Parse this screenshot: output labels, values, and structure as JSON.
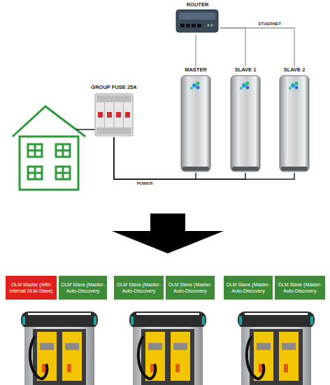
{
  "diagram": {
    "nodes": [
      {
        "text": [
          "ROUTER"
        ]
      },
      {
        "text": [
          "MASTER"
        ]
      },
      {
        "text": [
          "SLAVE 1"
        ]
      },
      {
        "text": [
          "SLAVE 2"
        ]
      },
      {
        "text": [
          "GROUP FUSE 25A"
        ]
      },
      {
        "text": [
          "DLM Master (With Internal DLM-Slave)"
        ]
      },
      {
        "text": [
          "DLM Slave (Master-Auto-Discovery"
        ]
      },
      {
        "text": [
          "DLM Slave (Master-Auto-Discovery"
        ]
      },
      {
        "text": [
          "DLM Slave (Master-Auto-Discovery"
        ]
      },
      {
        "text": [
          "DLM Slave (Master-Auto-Discovery"
        ]
      },
      {
        "text": [
          "DLM Slave (Master-Auto-Discovery"
        ]
      }
    ],
    "edges": [
      {
        "from": 0,
        "to": 1,
        "arrow": "none"
      },
      {
        "from": 0,
        "to": 2,
        "arrow": "none"
      },
      {
        "from": 0,
        "to": 3,
        "label": "ETHERNET",
        "arrow": "none"
      },
      {
        "from": 4,
        "to": 1,
        "label": "POWER",
        "arrow": "none"
      },
      {
        "from": 4,
        "to": 2,
        "arrow": "none"
      },
      {
        "from": 4,
        "to": 3,
        "arrow": "none"
      }
    ]
  }
}
